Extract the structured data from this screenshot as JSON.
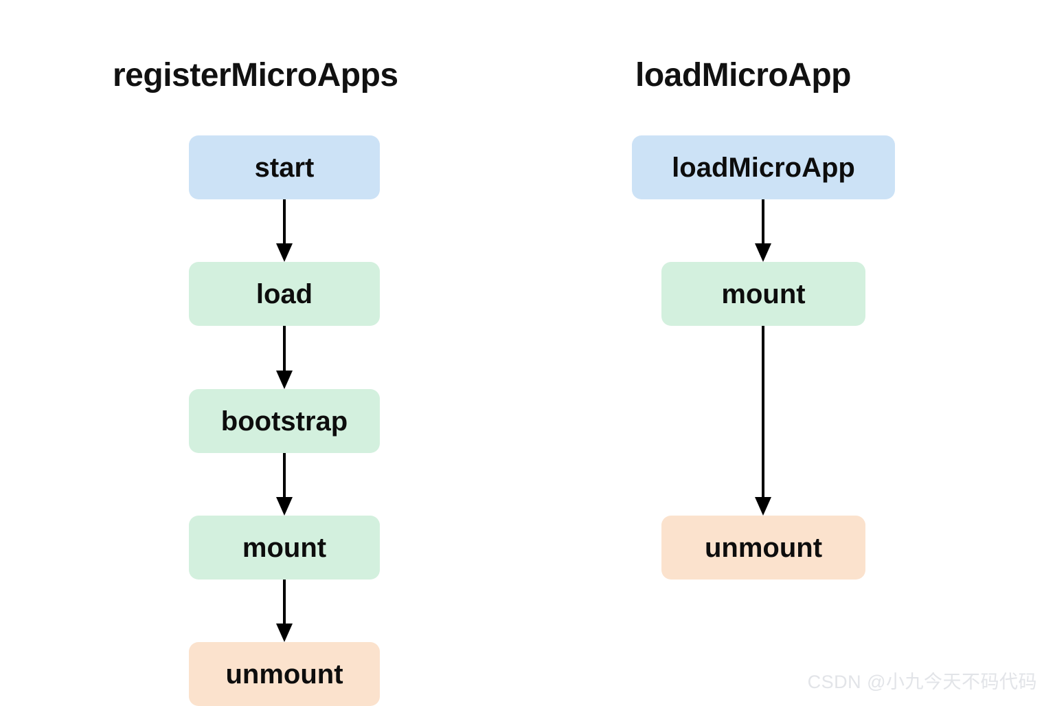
{
  "diagram": {
    "type": "flowchart",
    "background_color": "#ffffff",
    "columns": [
      {
        "id": "registerMicroApps",
        "title": "registerMicroApps",
        "nodes": [
          {
            "label": "start",
            "color": "#cce2f6",
            "color_name": "blue"
          },
          {
            "label": "load",
            "color": "#d3f0de",
            "color_name": "green"
          },
          {
            "label": "bootstrap",
            "color": "#d3f0de",
            "color_name": "green"
          },
          {
            "label": "mount",
            "color": "#d3f0de",
            "color_name": "green"
          },
          {
            "label": "unmount",
            "color": "#fbe2cd",
            "color_name": "orange"
          }
        ],
        "edges": [
          {
            "from": "start",
            "to": "load"
          },
          {
            "from": "load",
            "to": "bootstrap"
          },
          {
            "from": "bootstrap",
            "to": "mount"
          },
          {
            "from": "mount",
            "to": "unmount"
          }
        ]
      },
      {
        "id": "loadMicroApp",
        "title": "loadMicroApp",
        "nodes": [
          {
            "label": "loadMicroApp",
            "color": "#cce2f6",
            "color_name": "blue"
          },
          {
            "label": "mount",
            "color": "#d3f0de",
            "color_name": "green"
          },
          {
            "label": "unmount",
            "color": "#fbe2cd",
            "color_name": "orange"
          }
        ],
        "edges": [
          {
            "from": "loadMicroApp",
            "to": "mount"
          },
          {
            "from": "mount",
            "to": "unmount"
          }
        ]
      }
    ],
    "arrow_color": "#000000"
  },
  "watermark": {
    "text": "CSDN @小九今天不码代码",
    "color": "#e2e4e8"
  }
}
